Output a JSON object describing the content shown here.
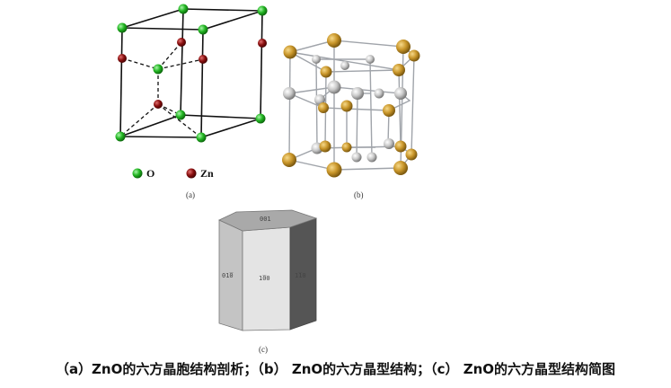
{
  "panel_a": {
    "label": "(a)",
    "legend": [
      {
        "symbol": "O",
        "color": "#1fb81f"
      },
      {
        "symbol": "Zn",
        "color": "#8b1010"
      }
    ]
  },
  "panel_b": {
    "label": "(b)",
    "colors": {
      "gold": "#c9962a",
      "silver": "#c8c8c8",
      "bond": "#a0a4aa"
    }
  },
  "panel_c": {
    "label": "(c)",
    "faces": {
      "top": "001",
      "left": "01̅0",
      "front": "1̅00",
      "right": "1̅10"
    },
    "colors": {
      "top": "#a9a9a9",
      "left": "#c4c4c4",
      "front": "#e4e4e4",
      "right": "#555555"
    }
  },
  "caption": "（a）ZnO的六方晶胞结构剖析；（b） ZnO的六方晶型结构；（c） ZnO的六方晶型结构简图"
}
